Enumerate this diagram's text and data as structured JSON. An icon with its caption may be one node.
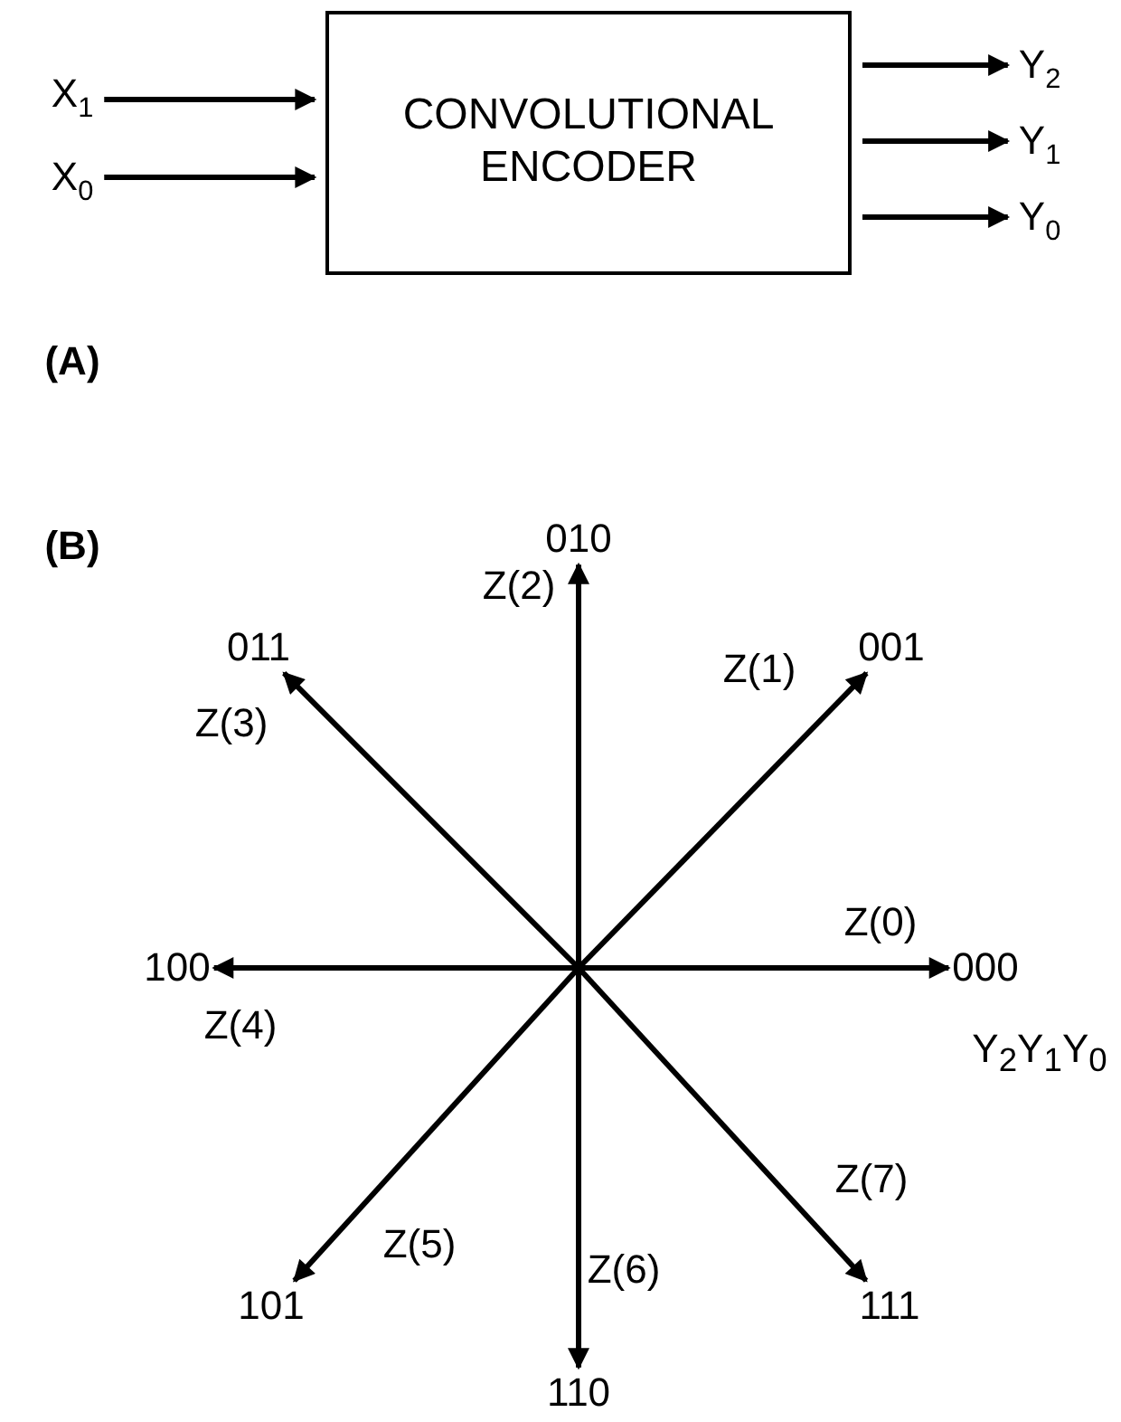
{
  "diagram": {
    "nodes": [
      {
        "text": [
          "X$_{1}$"
        ]
      },
      {
        "text": [
          "X$_{0}$"
        ]
      },
      {
        "text": [
          "CONVOLUTIONAL ENCODER"
        ]
      },
      {
        "text": [
          "Y$_{2}$"
        ]
      },
      {
        "text": [
          "Y$_{1}$"
        ]
      },
      {
        "text": [
          "Y$_{0}$"
        ]
      },
      {
        "text": [
          "010"
        ]
      },
      {
        "text": [
          "011"
        ]
      },
      {
        "text": [
          "001"
        ]
      },
      {
        "text": [
          "100"
        ]
      },
      {
        "text": [
          "000"
        ]
      },
      {
        "text": [
          "101"
        ]
      },
      {
        "text": [
          "111"
        ]
      },
      {
        "text": [
          "110"
        ]
      }
    ],
    "edges": [
      {
        "from": 0,
        "to": 2,
        "arrow": "to"
      },
      {
        "from": 1,
        "to": 2,
        "arrow": "to"
      },
      {
        "from": 2,
        "to": 3,
        "arrow": "to"
      },
      {
        "from": 2,
        "to": 4,
        "arrow": "to"
      },
      {
        "from": 2,
        "to": 5,
        "arrow": "to"
      },
      {
        "from": null,
        "to": 10,
        "arrow": "to",
        "label": "Z(0)"
      },
      {
        "from": null,
        "to": 8,
        "arrow": "to",
        "label": "Z(1)"
      },
      {
        "from": null,
        "to": 6,
        "arrow": "to",
        "label": "Z(2)"
      },
      {
        "from": null,
        "to": 7,
        "arrow": "to",
        "label": "Z(3)"
      },
      {
        "from": null,
        "to": 9,
        "arrow": "to",
        "label": "Z(4)"
      },
      {
        "from": null,
        "to": 11,
        "arrow": "to",
        "label": "Z(5)"
      },
      {
        "from": null,
        "to": 13,
        "arrow": "to",
        "label": "Z(6)"
      },
      {
        "from": null,
        "to": 12,
        "arrow": "to",
        "label": "Z(7)"
      }
    ],
    "labels": [
      "(A)",
      "(B)",
      "Y$_{2}$Y$_{1}$Y$_{0}$"
    ]
  }
}
